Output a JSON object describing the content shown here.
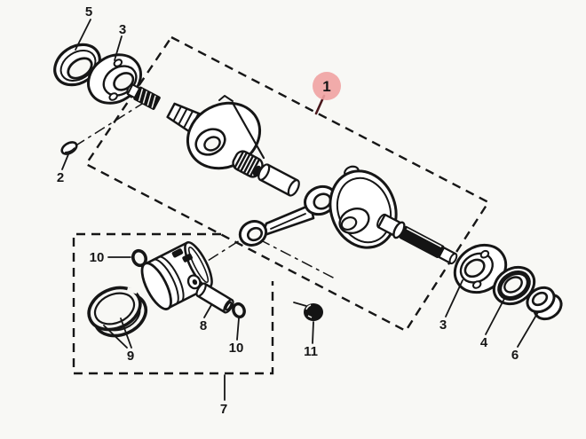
{
  "figure": {
    "kind": "exploded-parts-diagram",
    "subject": "crankshaft, piston and bearing assembly",
    "background": "#f8f8f5",
    "ink": "#161616"
  },
  "colors": {
    "highlight_fill": "#efa2a2",
    "highlight_text": "#70121f",
    "highlight_leader": "#4a181d",
    "ink": "#161616"
  },
  "callouts": {
    "c1": {
      "label": "1",
      "part": "crankshaft-assembly",
      "highlighted": true
    },
    "c2": {
      "label": "2",
      "part": "woodruff-key"
    },
    "c3_left": {
      "label": "3",
      "part": "ball-bearing-left"
    },
    "c3_right": {
      "label": "3",
      "part": "ball-bearing-right"
    },
    "c4": {
      "label": "4",
      "part": "oil-seal-right"
    },
    "c5": {
      "label": "5",
      "part": "oil-seal-left"
    },
    "c6": {
      "label": "6",
      "part": "spacer-collar"
    },
    "c7": {
      "label": "7",
      "part": "piston-assembly-group"
    },
    "c8": {
      "label": "8",
      "part": "piston-pin"
    },
    "c9": {
      "label": "9",
      "part": "piston-ring-set"
    },
    "c10_left": {
      "label": "10",
      "part": "piston-pin-clip-left"
    },
    "c10_right": {
      "label": "10",
      "part": "piston-pin-clip-right"
    },
    "c11": {
      "label": "11",
      "part": "nut"
    }
  }
}
